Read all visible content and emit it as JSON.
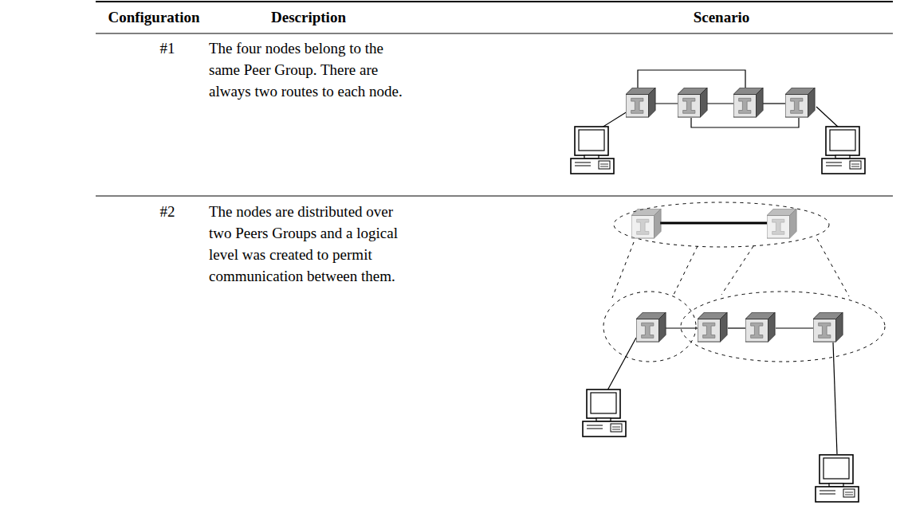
{
  "diagram": {
    "labels": [
      "Configuration",
      "Description",
      "Scenario",
      "#1",
      "The four nodes belong to the same Peer Group. There are always two routes to each node.",
      "#2",
      "The nodes are distributed over two Peers Groups and a logical level was created to permit communication between them."
    ]
  }
}
